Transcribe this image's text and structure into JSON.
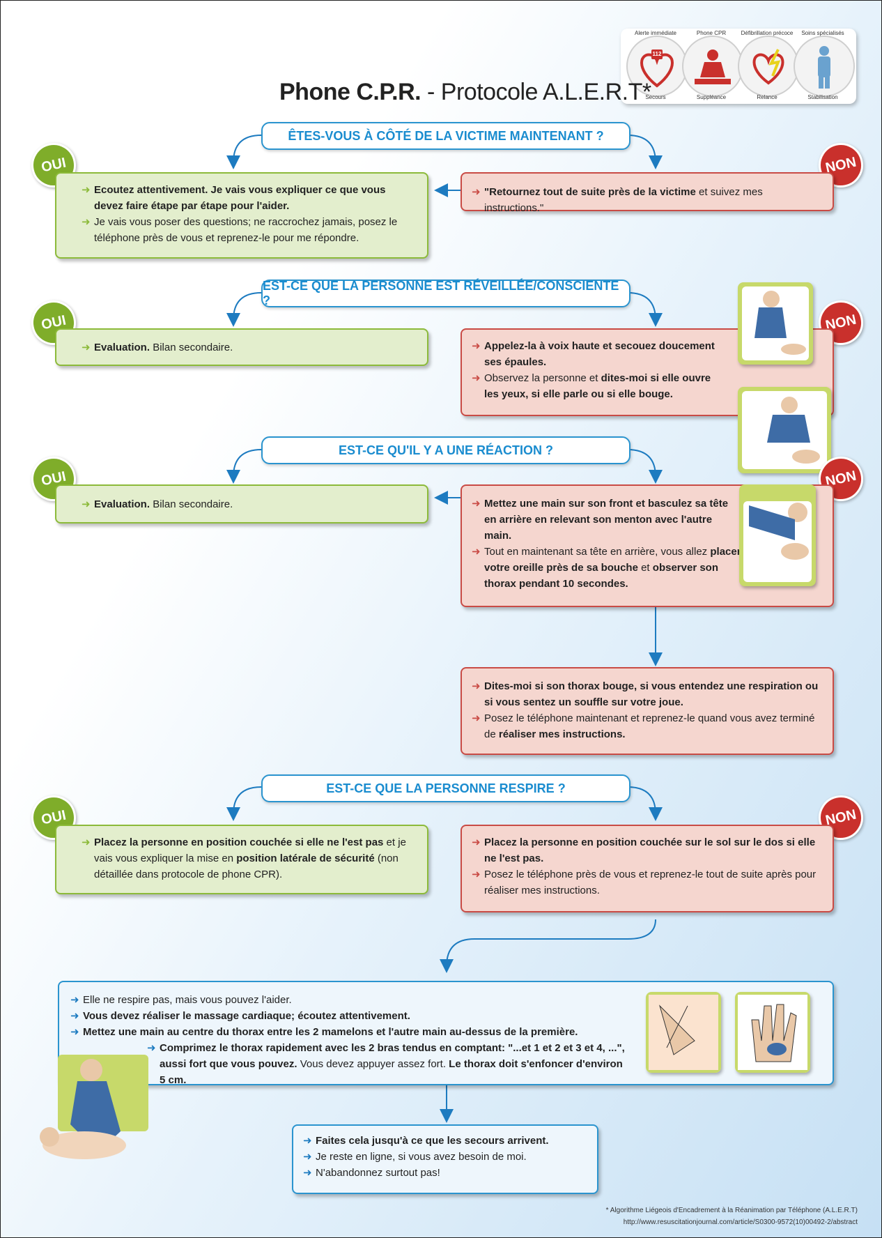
{
  "title": {
    "bold": "Phone C.P.R.",
    "rest": " - Protocole A.L.E.R.T*"
  },
  "logo": {
    "top_labels": [
      "Alerte immédiate",
      "Phone CPR",
      "Défibrillation précoce",
      "Soins spécialisés"
    ],
    "bottom_labels": [
      "Secours",
      "Suppléance",
      "Relance",
      "Stabilisation"
    ],
    "badge": "112"
  },
  "oui": "OUI",
  "non": "NON",
  "q1": {
    "question": "ÊTES-VOUS À CÔTÉ DE LA VICTIME MAINTENANT ?",
    "oui_b1_bold": "Ecoutez attentivement. Je vais vous expliquer ce que vous devez faire étape par étape pour l'aider.",
    "oui_b2": "Je vais vous poser des questions; ne raccrochez jamais, posez le téléphone près de vous et reprenez-le pour me répondre.",
    "non_b1_bold": "\"Retournez tout de suite près de la victime",
    "non_b1_rest": " et suivez mes instructions.\""
  },
  "q2": {
    "question": "EST-CE QUE LA PERSONNE EST RÉVEILLÉE/CONSCIENTE ?",
    "oui_bold": "Evaluation.",
    "oui_rest": " Bilan secondaire.",
    "non_b1_bold": "Appelez-la à voix haute et secouez doucement ses épaules.",
    "non_b2_a": "Observez la personne et ",
    "non_b2_bold": "dites-moi si elle ouvre les yeux, si elle parle ou si elle bouge."
  },
  "q3": {
    "question": "EST-CE QU'IL Y A UNE RÉACTION ?",
    "oui_bold": "Evaluation.",
    "oui_rest": " Bilan secondaire.",
    "non_b1_bold": "Mettez une main sur son front et basculez sa tête en arrière en relevant son menton avec l'autre main.",
    "non_b2_a": "Tout en maintenant sa tête en arrière, vous allez ",
    "non_b2_bold1": "placer votre oreille près de sa bouche",
    "non_b2_mid": " et ",
    "non_b2_bold2": "observer son thorax pendant 10 secondes.",
    "next_b1_bold": "Dites-moi si son thorax bouge, si vous entendez une respiration ou si vous sentez un souffle sur votre joue.",
    "next_b2_a": "Posez le téléphone maintenant et reprenez-le quand vous avez terminé de ",
    "next_b2_bold": "réaliser mes instructions."
  },
  "q4": {
    "question": "EST-CE QUE LA PERSONNE RESPIRE ?",
    "oui_bold1": "Placez la personne en position couchée si elle ne l'est pas",
    "oui_mid": " et je vais vous expliquer la mise en ",
    "oui_bold2": "position latérale de sécurité",
    "oui_end": " (non détaillée dans protocole de phone CPR).",
    "non_b1_bold": "Placez la personne en position couchée sur le sol sur le dos si elle ne l'est pas.",
    "non_b2": "Posez le téléphone près de vous et reprenez-le tout de suite après pour réaliser mes instructions."
  },
  "cpr": {
    "b1": "Elle ne respire pas, mais vous pouvez l'aider.",
    "b2_bold": "Vous devez réaliser le massage cardiaque; écoutez attentivement.",
    "b3_bold": "Mettez une main au centre du thorax entre les 2 mamelons et l'autre main au-dessus de la première.",
    "b4_bold1": "Comprimez le thorax rapidement avec les 2 bras tendus en comptant: \"...et 1 et 2 et 3 et 4, ...\", aussi fort que vous pouvez.",
    "b4_mid": " Vous devez appuyer assez fort. ",
    "b4_bold2": "Le thorax doit s'enfoncer d'environ 5 cm."
  },
  "final": {
    "b1_bold": "Faites cela jusqu'à ce que les secours arrivent.",
    "b2": "Je reste en ligne, si vous avez besoin de moi.",
    "b3": "N'abandonnez surtout pas!"
  },
  "footnote": {
    "line1": "* Algorithme Liégeois d'Encadrement à la Réanimation par Téléphone (A.L.E.R.T)",
    "line2": "http://www.resuscitationjournal.com/article/S0300-9572(10)00492-2/abstract"
  },
  "colors": {
    "blue": "#2a94cf",
    "green": "#8cba3a",
    "red": "#c94b45"
  }
}
